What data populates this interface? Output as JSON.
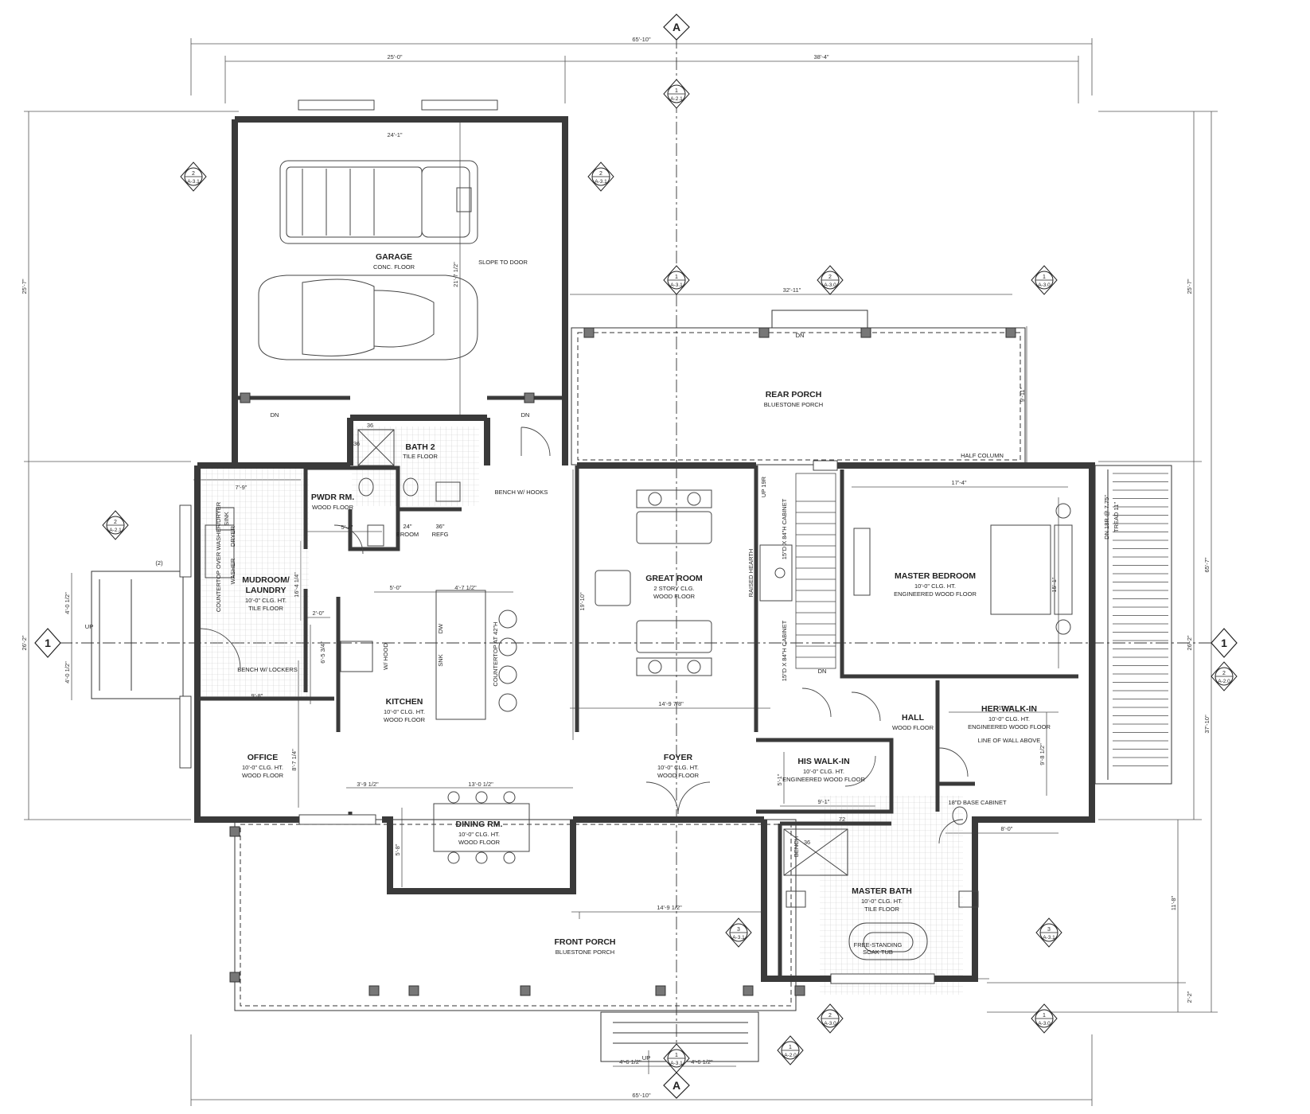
{
  "grid": {
    "a": "A",
    "one": "1"
  },
  "dims": {
    "overall_w": "65'-10\"",
    "garage_w": "25'-0\"",
    "house_w": "38'-4\"",
    "garage_in": "24'-1\"",
    "porch_w": "32'-11\"",
    "porch_d": "9'-11\"",
    "left_top": "25'-7\"",
    "left_mid": "26'-2\"",
    "right_top": "25'-7\"",
    "right_total": "65'-7\"",
    "right_mid": "26'-2\"",
    "right_bot1": "37'-10\"",
    "right_bot2": "11'-8\"",
    "right_bot3": "2'-2\"",
    "garage_depth": "21'-7 1/2\"",
    "mud_w": "7'-9\"",
    "pwdr_w": "5'-4\"",
    "mud_d": "16'-4 1/4\"",
    "stoop_a": "4'-0 1/2\"",
    "stoop_b": "4'-0 1/2\"",
    "island_a": "5'-0\"",
    "island_b": "4'-7 1/2\"",
    "k_a": "2'-0\"",
    "k_b": "6'-5 3/4\"",
    "great_d": "19'-10\"",
    "great_w": "14'-9 7/8\"",
    "office_w": "9'-8\"",
    "office_d": "8'-7 1/4\"",
    "din_a": "3'-9 1/2\"",
    "din_b": "13'-0 1/2\"",
    "din_d": "5'-8\"",
    "front_w": "14'-9 1/2\"",
    "mb_w": "17'-4\"",
    "mb_d": "15'-1\"",
    "her_w": "10'-7\"",
    "her_d": "9'-8 1/2\"",
    "his_d": "5'-1\"",
    "his_w": "9'-1\"",
    "bath_w": "8'-0\"",
    "step_a": "4'-6 1/2\"",
    "step_b": "4'-6 1/2\"",
    "shower": "72",
    "shower2": "36",
    "bath2_sh": "36",
    "bath2_sh2": "36"
  },
  "rooms": {
    "garage": {
      "name": "GARAGE",
      "sub": "CONC. FLOOR"
    },
    "rear_porch": {
      "name": "REAR PORCH",
      "sub": "BLUESTONE PORCH"
    },
    "bath2": {
      "name": "BATH 2",
      "sub": "TILE FLOOR"
    },
    "pwdr": {
      "name": "PWDR RM.",
      "sub": "WOOD FLOOR"
    },
    "mudroom": {
      "name1": "MUDROOM/",
      "name2": "LAUNDRY",
      "sub1": "10'-0\" CLG. HT.",
      "sub2": "TILE FLOOR"
    },
    "great": {
      "name": "GREAT ROOM",
      "sub1": "2 STORY CLG.",
      "sub2": "WOOD FLOOR"
    },
    "master_bed": {
      "name": "MASTER BEDROOM",
      "sub1": "10'-0\" CLG. HT.",
      "sub2": "ENGINEERED WOOD FLOOR"
    },
    "kitchen": {
      "name": "KITCHEN",
      "sub1": "10'-0\" CLG. HT.",
      "sub2": "WOOD FLOOR"
    },
    "hall": {
      "name": "HALL",
      "sub": "WOOD FLOOR"
    },
    "her_walk": {
      "name": "HER WALK-IN",
      "sub1": "10'-0\" CLG. HT.",
      "sub2": "ENGINEERED WOOD FLOOR",
      "note": "LINE OF WALL ABOVE"
    },
    "his_walk": {
      "name": "HIS WALK-IN",
      "sub1": "10'-0\" CLG. HT.",
      "sub2": "ENGINEERED WOOD FLOOR"
    },
    "office": {
      "name": "OFFICE",
      "sub1": "10'-0\" CLG. HT.",
      "sub2": "WOOD FLOOR"
    },
    "foyer": {
      "name": "FOYER",
      "sub1": "10'-0\" CLG. HT.",
      "sub2": "WOOD FLOOR"
    },
    "dining": {
      "name": "DINING RM.",
      "sub1": "10'-0\" CLG. HT.",
      "sub2": "WOOD FLOOR"
    },
    "master_bath": {
      "name": "MASTER BATH",
      "sub1": "10'-0\" CLG. HT.",
      "sub2": "TILE FLOOR"
    },
    "front_porch": {
      "name": "FRONT PORCH",
      "sub": "BLUESTONE PORCH"
    }
  },
  "labels": {
    "slope": "SLOPE TO DOOR",
    "dn": "DN",
    "up": "UP",
    "two": "(2)",
    "bench_hooks": "BENCH W/ HOOKS",
    "bench_lockers": "BENCH W/ LOCKERS",
    "broom": "BROOM",
    "broom_sz": "24\"",
    "refg": "REFG",
    "refg_sz": "36\"",
    "counter_wd": "COUNTERTOP OVER WASHER/DRYER",
    "washer": "WASHER",
    "dryer": "DRYER",
    "sink": "SINK",
    "counter_42": "COUNTERTOP AT 42\"H",
    "dw": "DW",
    "snk": "SNK",
    "wall_oven": "W/ HOOD",
    "raised_hearth": "RAISED HEARTH",
    "cab_top": "15\"D X 84\"H CABINET",
    "cab_bot": "15\"D X 84\"H CABINET",
    "up19": "UP 19R",
    "half_col": "HALF COLUMN",
    "stair_note1": "DN 18R @ 7.75\"",
    "stair_note2": "TREAD 11\"",
    "base_cab": "18\"D BASE CABINET",
    "bench": "BENCH",
    "tub1": "FREE-STANDING",
    "tub2": "SOAK TUB"
  },
  "tags": {
    "t_a21": {
      "num": "1",
      "sheet": "A-2.1"
    },
    "t_a31": {
      "num": "1",
      "sheet": "A-3.1"
    },
    "t_a30": {
      "num": "2",
      "sheet": "A-3.0"
    },
    "t_a30b": {
      "num": "1",
      "sheet": "A-3.0"
    },
    "t_g_left": {
      "num": "2",
      "sheet": "A-3.1"
    },
    "t_g_right": {
      "num": "2",
      "sheet": "A-3.1"
    },
    "t_mud": {
      "num": "2",
      "sheet": "A-2.1"
    },
    "t_right": {
      "num": "2",
      "sheet": "A-2.0"
    },
    "t_fp_left": {
      "num": "3",
      "sheet": "A-3.1"
    },
    "t_fp_right": {
      "num": "3",
      "sheet": "A-3.1"
    },
    "t_bot_a": {
      "num": "2",
      "sheet": "A-3.0"
    },
    "t_bot_b": {
      "num": "1",
      "sheet": "A-3.0"
    },
    "t_bot_c": {
      "num": "1",
      "sheet": "A-2.0"
    },
    "t_bot_d": {
      "num": "1",
      "sheet": "A-3.1"
    }
  }
}
